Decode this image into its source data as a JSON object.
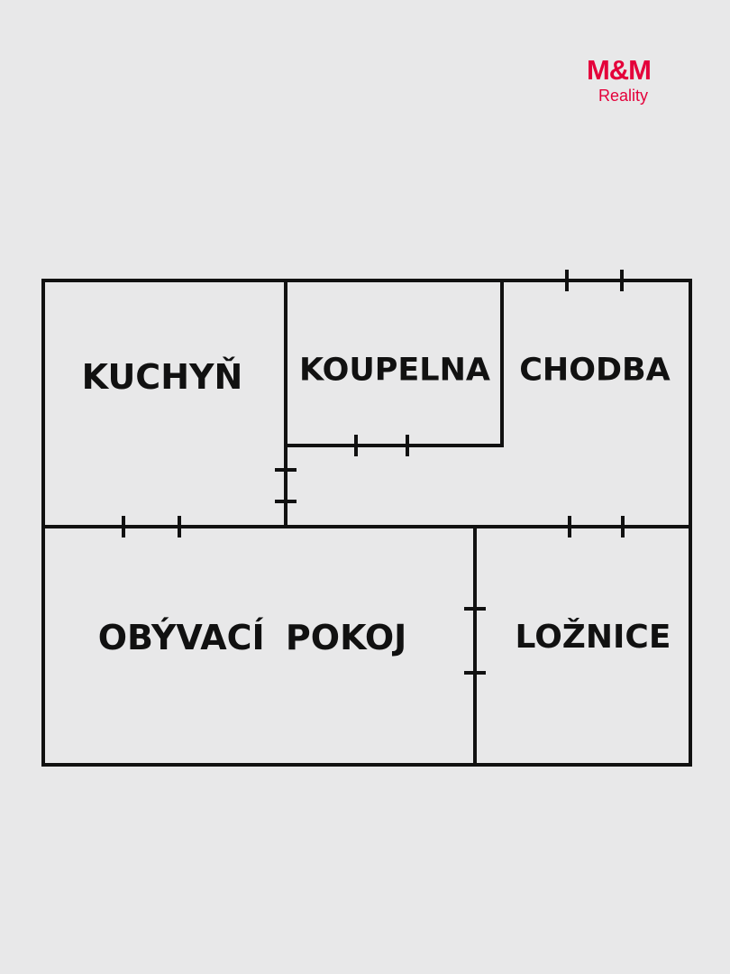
{
  "brand": {
    "logo_main": "M&M",
    "logo_sub": "Reality",
    "color": "#e4003a"
  },
  "plan": {
    "wall_color": "#111111",
    "rooms": [
      {
        "id": "kuchyn",
        "label": "KUCHYŇ"
      },
      {
        "id": "koupelna",
        "label": "KOUPELNA"
      },
      {
        "id": "chodba",
        "label": "CHODBA"
      },
      {
        "id": "obyvaci",
        "label": "OBÝVACÍ POKOJ"
      },
      {
        "id": "loznice",
        "label": "LOŽNICE"
      }
    ]
  }
}
